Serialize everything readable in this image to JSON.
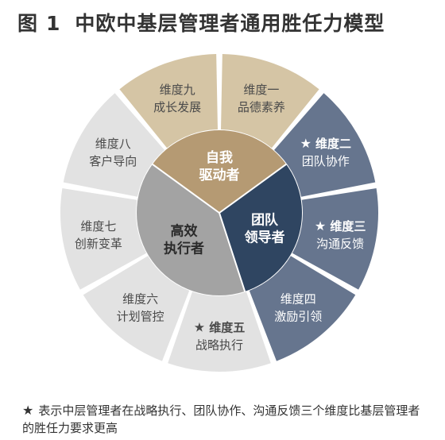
{
  "title": {
    "label": "图",
    "number": "1",
    "text": "中欧中基层管理者通用胜任力模型"
  },
  "core": [
    {
      "id": "self",
      "lines": [
        "自我",
        "驱动者"
      ],
      "color": "#b59a73",
      "start": -54,
      "end": 54
    },
    {
      "id": "team",
      "lines": [
        "团队",
        "领导者"
      ],
      "color": "#2f4561",
      "start": 54,
      "end": 162
    },
    {
      "id": "exec",
      "lines": [
        "高效",
        "执行者"
      ],
      "color": "#a3a3a3",
      "start": 162,
      "end": 306
    }
  ],
  "dimensions": [
    {
      "id": "d1",
      "lines": [
        "维度一",
        "品德素养"
      ],
      "star": false,
      "color": "#d5c5a5",
      "dark": false
    },
    {
      "id": "d2",
      "lines": [
        "维度二",
        "团队协作"
      ],
      "star": true,
      "color": "#66758e",
      "dark": true
    },
    {
      "id": "d3",
      "lines": [
        "维度三",
        "沟通反馈"
      ],
      "star": true,
      "color": "#66758e",
      "dark": true
    },
    {
      "id": "d4",
      "lines": [
        "维度四",
        "激励引领"
      ],
      "star": false,
      "color": "#66758e",
      "dark": true
    },
    {
      "id": "d5",
      "lines": [
        "维度五",
        "战略执行"
      ],
      "star": true,
      "color": "#e2e2e2",
      "dark": false
    },
    {
      "id": "d6",
      "lines": [
        "维度六",
        "计划管控"
      ],
      "star": false,
      "color": "#e2e2e2",
      "dark": false
    },
    {
      "id": "d7",
      "lines": [
        "维度七",
        "创新变革"
      ],
      "star": false,
      "color": "#e2e2e2",
      "dark": false
    },
    {
      "id": "d8",
      "lines": [
        "维度八",
        "客户导向"
      ],
      "star": false,
      "color": "#e2e2e2",
      "dark": false
    },
    {
      "id": "d9",
      "lines": [
        "维度九",
        "成长发展"
      ],
      "star": false,
      "color": "#d5c5a5",
      "dark": false
    }
  ],
  "star_glyph": "★",
  "note": {
    "star": "★",
    "text": "表示中层管理者在战略执行、团队协作、沟通反馈三个维度比基层管理者的胜任力要求更高"
  }
}
